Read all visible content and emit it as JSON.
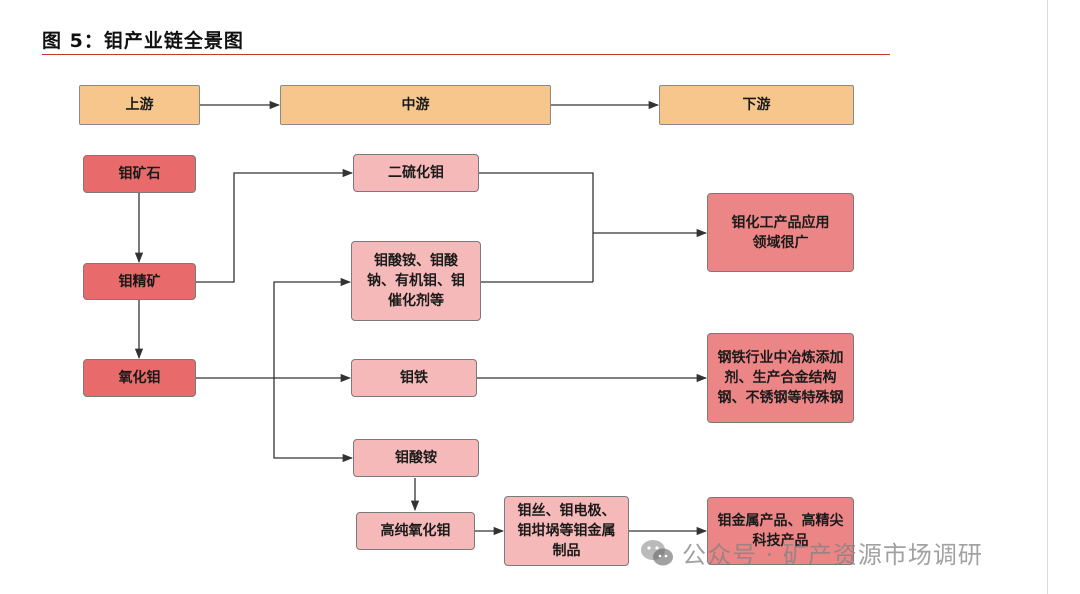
{
  "figure": {
    "title": "图 5：钼产业链全景图"
  },
  "stages": {
    "upstream": "上游",
    "midstream": "中游",
    "downstream": "下游"
  },
  "upstream_nodes": {
    "ore": "钼矿石",
    "concentrate": "钼精矿",
    "oxide": "氧化钼"
  },
  "midstream_nodes": {
    "disulfide": "二硫化钼",
    "molybdates": "钼酸铵、钼酸钠、有机钼、钼催化剂等",
    "ferro": "钼铁",
    "ammonium": "钼酸铵",
    "high_purity_oxide": "高纯氧化钼",
    "metal_products": "钼丝、钼电极、钼坩埚等钼金属制品"
  },
  "downstream_nodes": {
    "chemical": "钼化工产品应用领域很广",
    "steel": "钢铁行业中冶炼添加剂、生产合金结构钢、不锈钢等特殊钢",
    "metal": "钼金属产品、高精尖科技产品"
  },
  "watermark": {
    "text": "公众号 · 矿产资源市场调研",
    "icon": "wechat-icon"
  },
  "colors": {
    "stage_fill": "#f6c68d",
    "dark_fill": "#e96a6a",
    "light_fill": "#f5b9b9",
    "app_fill": "#ec8686",
    "title_rule": "#c0392b"
  }
}
